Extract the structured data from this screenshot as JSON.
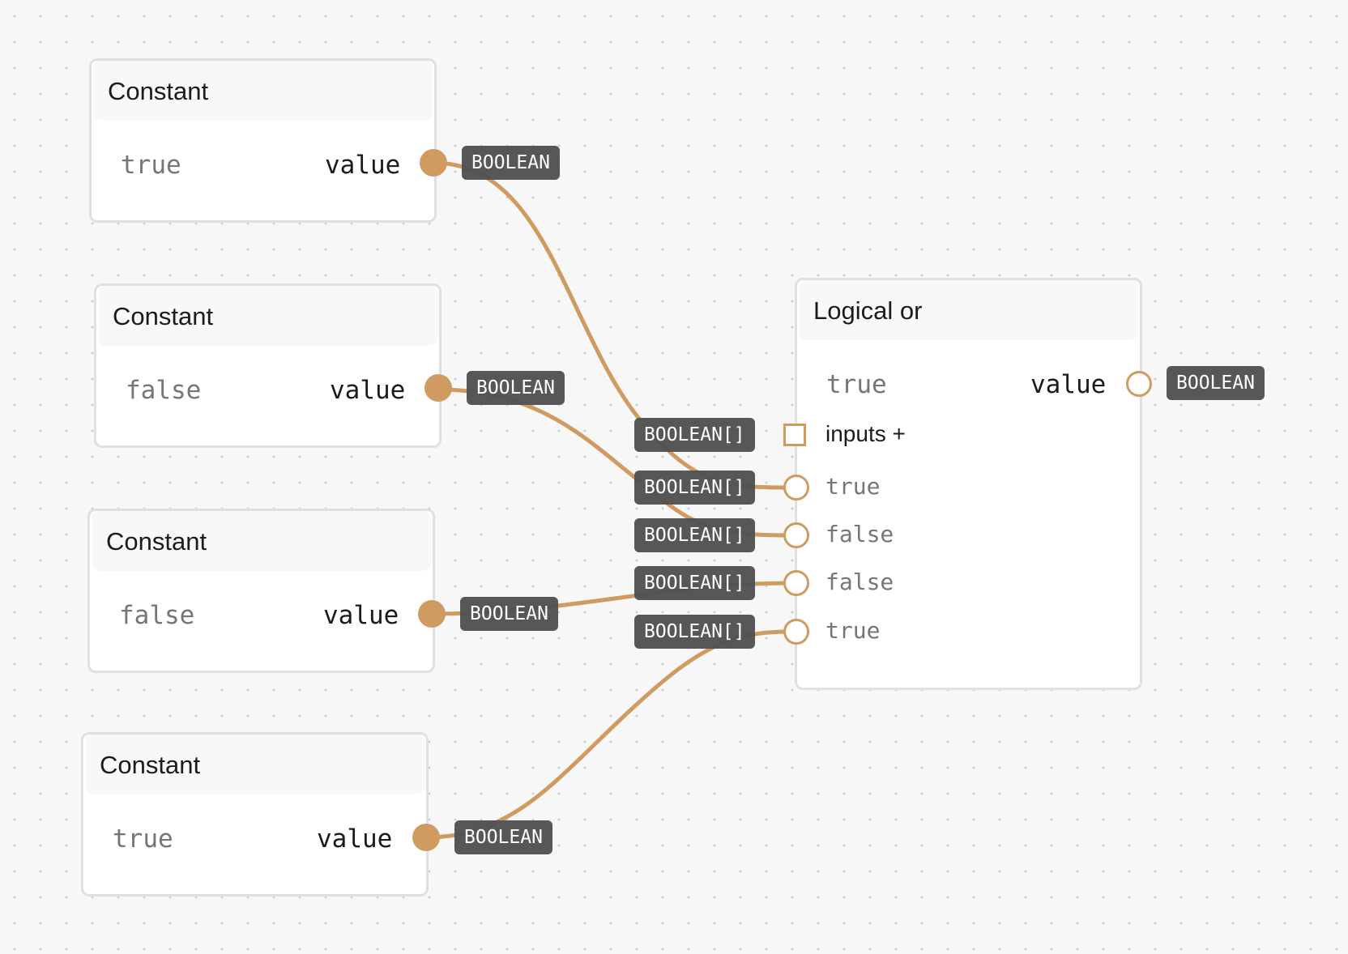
{
  "constants": [
    {
      "title": "Constant",
      "value": "true",
      "port_label": "value",
      "type": "BOOLEAN"
    },
    {
      "title": "Constant",
      "value": "false",
      "port_label": "value",
      "type": "BOOLEAN"
    },
    {
      "title": "Constant",
      "value": "false",
      "port_label": "value",
      "type": "BOOLEAN"
    },
    {
      "title": "Constant",
      "value": "true",
      "port_label": "value",
      "type": "BOOLEAN"
    }
  ],
  "logical_or": {
    "title": "Logical or",
    "value": "true",
    "output_label": "value",
    "output_type": "BOOLEAN",
    "inputs_label": "inputs +",
    "inputs_type": "BOOLEAN[]",
    "inputs": [
      {
        "label": "true",
        "type": "BOOLEAN[]"
      },
      {
        "label": "false",
        "type": "BOOLEAN[]"
      },
      {
        "label": "false",
        "type": "BOOLEAN[]"
      },
      {
        "label": "true",
        "type": "BOOLEAN[]"
      }
    ]
  },
  "colors": {
    "wire": "#cf9b61",
    "badge_bg": "#525252",
    "canvas_bg": "#f7f7f7",
    "node_border": "#e0e0e0"
  }
}
